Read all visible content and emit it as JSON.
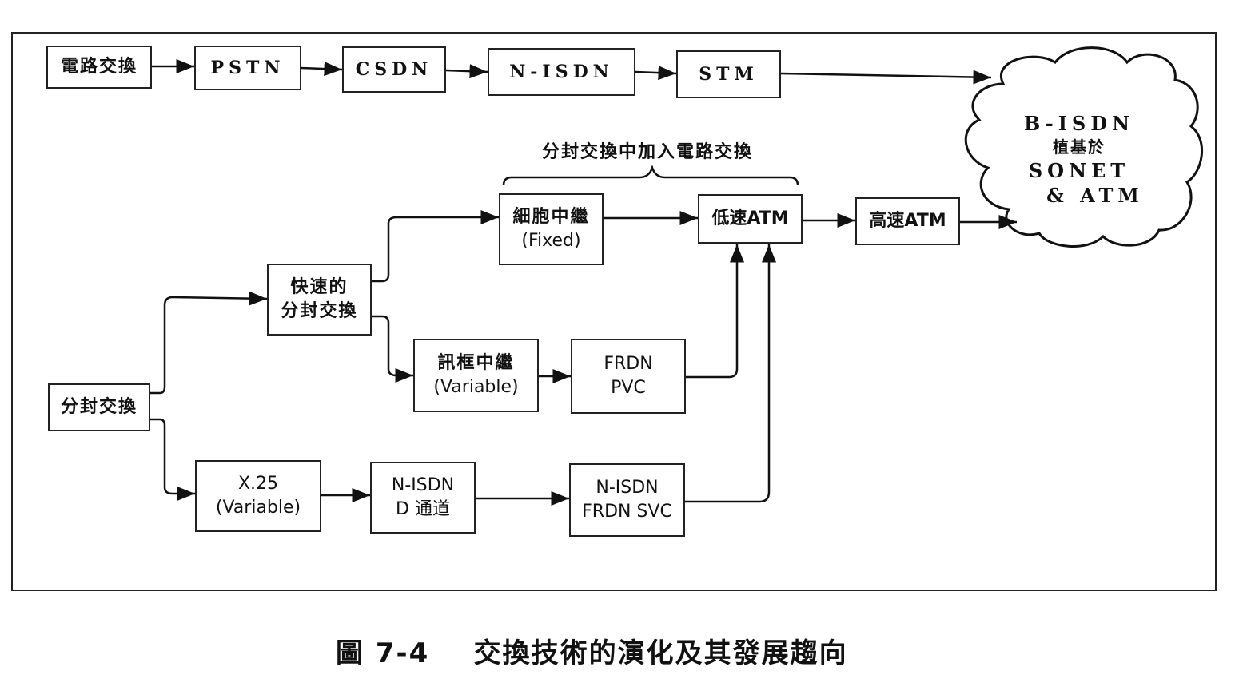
{
  "nodes": {
    "circuit_switching": "電路交換",
    "pstn": "PSTN",
    "csdn": "CSDN",
    "nisdn_top": "N-ISDN",
    "stm": "STM",
    "cell_relay": [
      "細胞中繼",
      "(Fixed)"
    ],
    "low_speed_atm": "低速ATM",
    "high_speed_atm": "高速ATM",
    "fast_packet": [
      "快速的",
      "分封交換"
    ],
    "frame_relay": [
      "訊框中繼",
      "(Variable)"
    ],
    "frdn_pvc": [
      "FRDN",
      "PVC"
    ],
    "packet_switching": "分封交換",
    "x25": [
      "X.25",
      "(Variable)"
    ],
    "nisdn_d": [
      "N-ISDN",
      "D 通道"
    ],
    "nisdn_frdn_svc": [
      "N-ISDN",
      "FRDN SVC"
    ]
  },
  "cloud": {
    "lines": [
      "B-ISDN",
      "植基於",
      "SONET",
      "& ATM"
    ]
  },
  "brace_label": "分封交換中加入電路交換",
  "caption": {
    "figure": "圖 7-4",
    "title": "交換技術的演化及其發展趨向"
  }
}
